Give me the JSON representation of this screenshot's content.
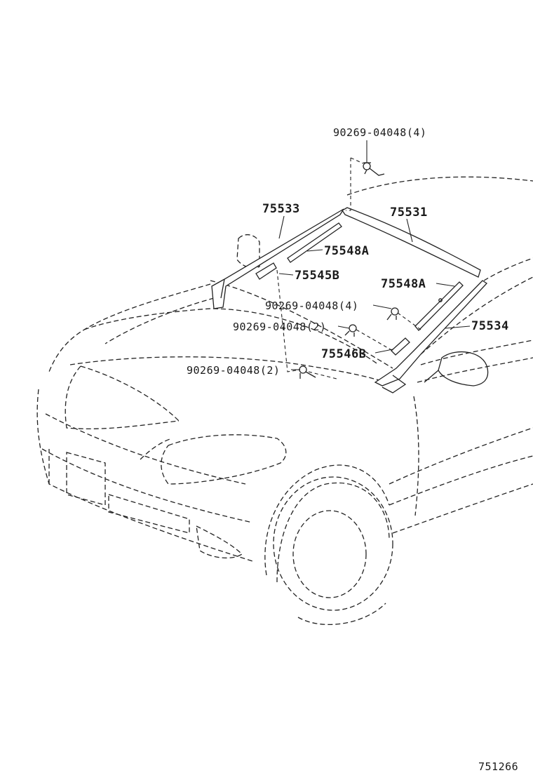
{
  "diagram": {
    "code": "751266",
    "callouts": {
      "clip_top": "90269-04048(4)",
      "molding_left": "75533",
      "molding_top": "75531",
      "retainer_left_a": "75548A",
      "retainer_left_b": "75545B",
      "retainer_right_a": "75548A",
      "clip_mid_4": "90269-04048(4)",
      "molding_right": "75534",
      "clip_mid_2": "90269-04048(2)",
      "retainer_right_b": "75546B",
      "clip_low_2": "90269-04048(2)"
    }
  }
}
